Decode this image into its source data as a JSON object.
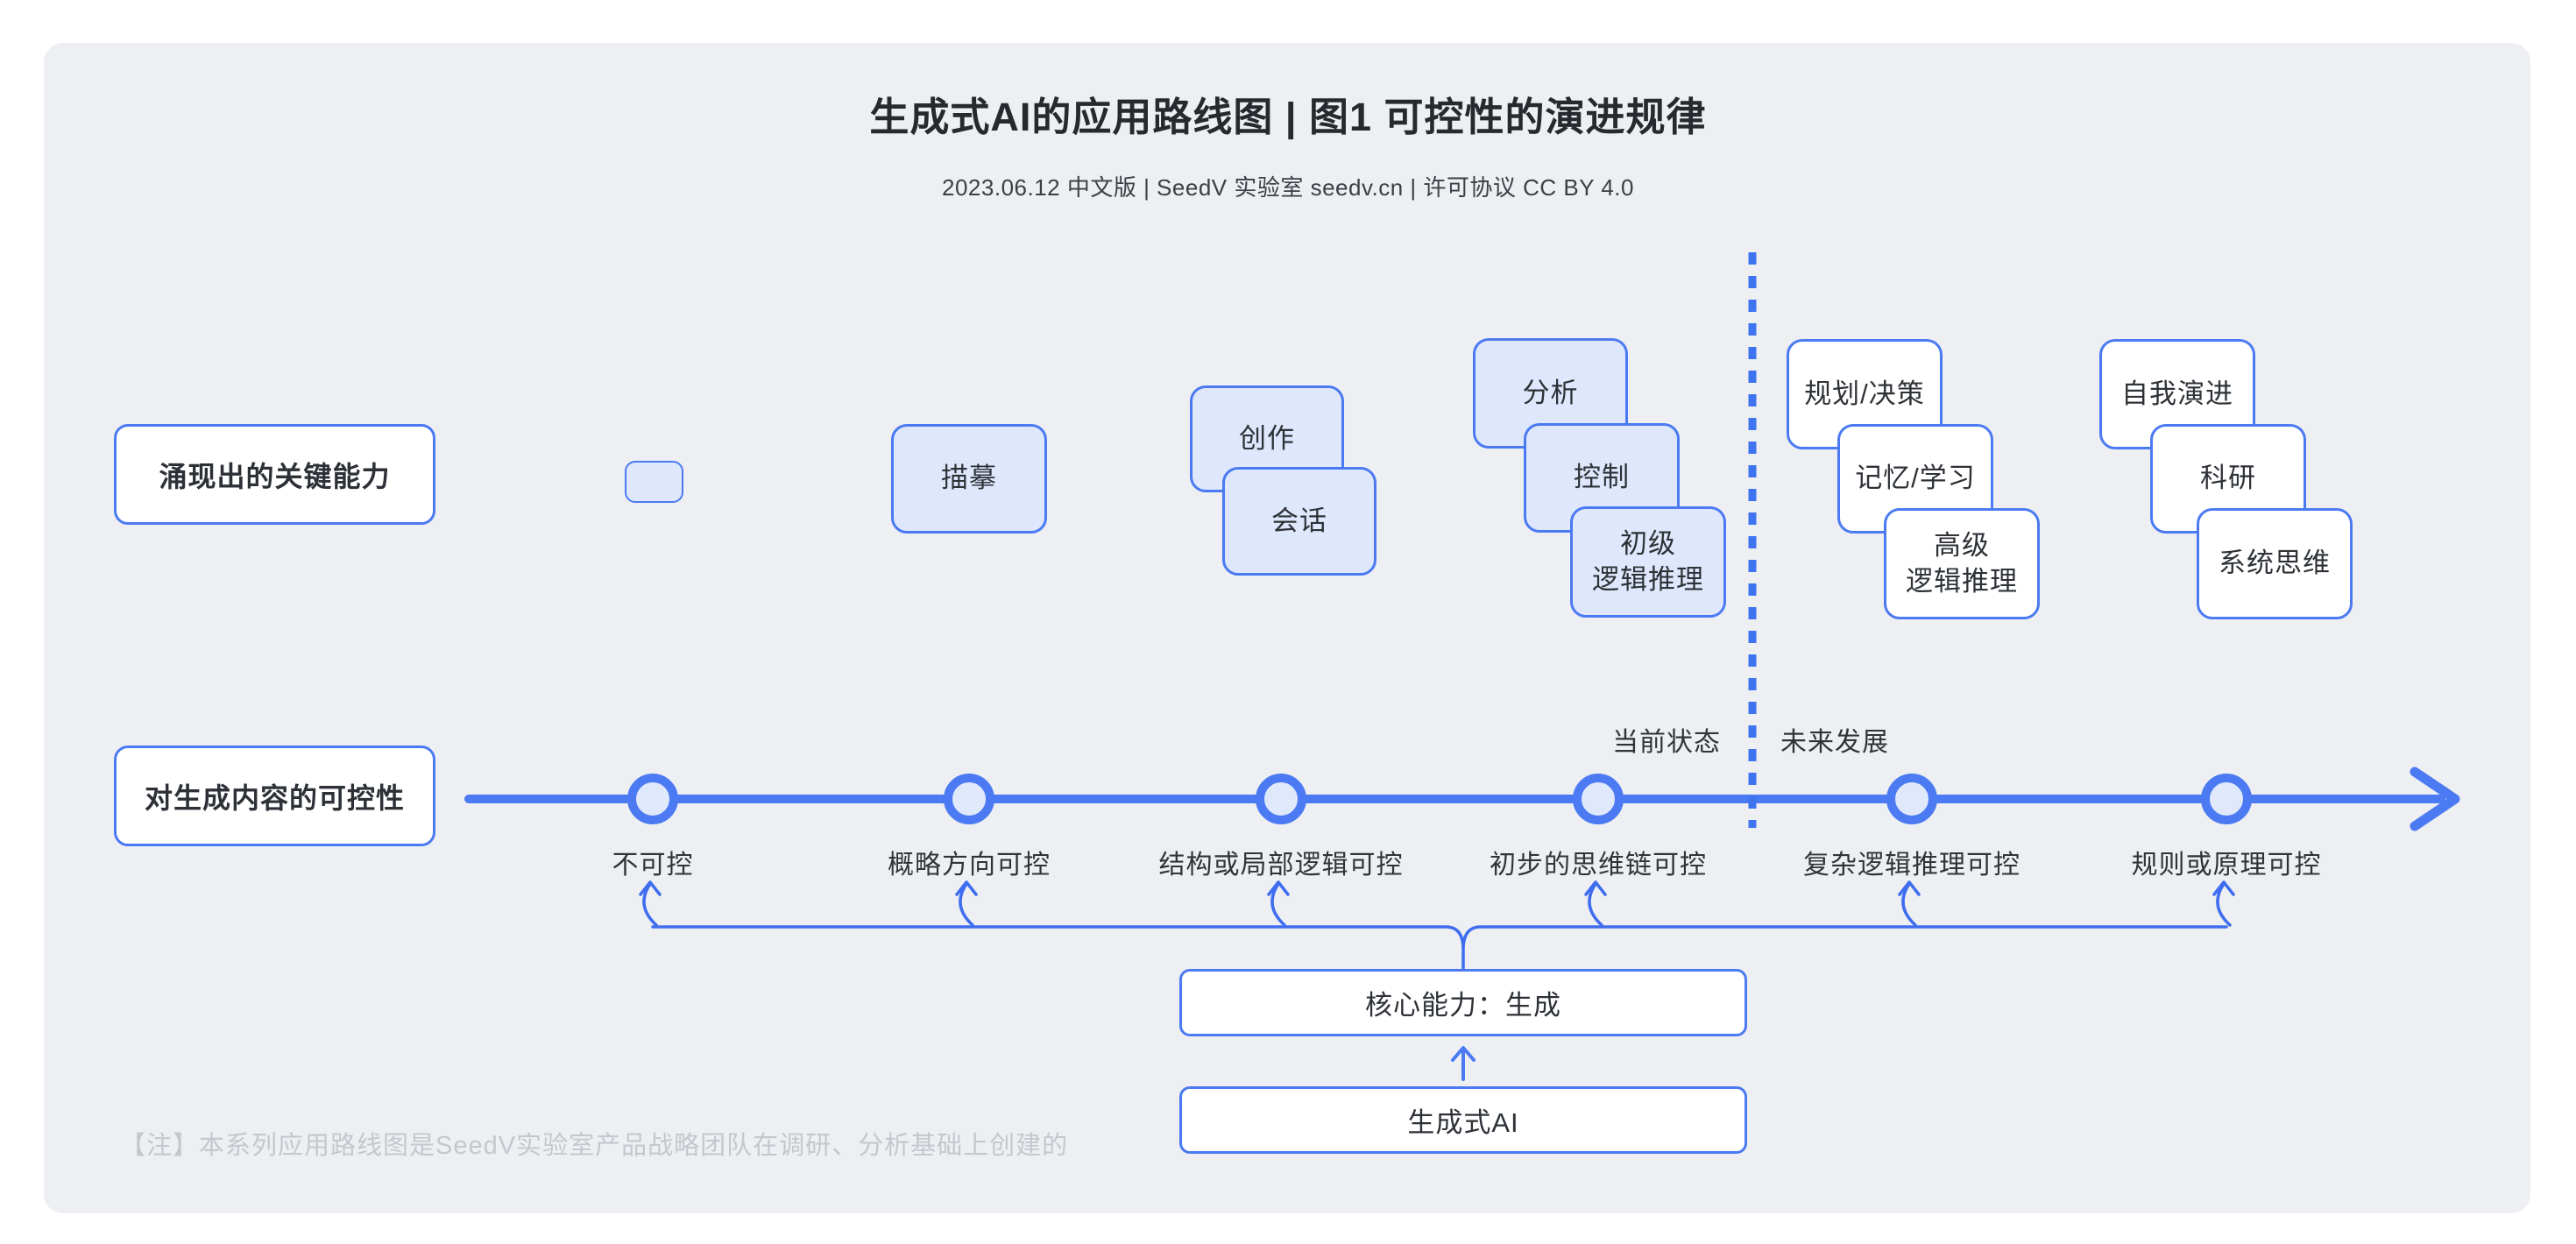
{
  "header": {
    "title": "生成式AI的应用路线图 | 图1 可控性的演进规律",
    "subtitle": "2023.06.12 中文版 | SeedV 实验室 seedv.cn | 许可协议 CC BY 4.0"
  },
  "row_labels": {
    "abilities": "涌现出的关键能力",
    "controllability": "对生成内容的可控性"
  },
  "ability_boxes": [
    {
      "id": "empty",
      "label": ""
    },
    {
      "id": "miaomo",
      "label": "描摹"
    },
    {
      "id": "chuangzuo",
      "label": "创作"
    },
    {
      "id": "huihua",
      "label": "会话"
    },
    {
      "id": "fenxi",
      "label": "分析"
    },
    {
      "id": "kongzhi",
      "label": "控制"
    },
    {
      "id": "chuji",
      "label": "初级\n逻辑推理"
    },
    {
      "id": "guihua",
      "label": "规划/决策"
    },
    {
      "id": "jiyi",
      "label": "记忆/学习"
    },
    {
      "id": "gaoji",
      "label": "高级\n逻辑推理"
    },
    {
      "id": "ziwo",
      "label": "自我演进"
    },
    {
      "id": "keyan",
      "label": "科研"
    },
    {
      "id": "xitong",
      "label": "系统思维"
    }
  ],
  "timeline": {
    "milestones": [
      "不可控",
      "概略方向可控",
      "结构或局部逻辑可控",
      "初步的思维链可控",
      "复杂逻辑推理可控",
      "规则或原理可控"
    ],
    "current_status_label": "当前状态",
    "future_label": "未来发展"
  },
  "core": {
    "capability_label": "核心能力：生成",
    "tech_label": "生成式AI"
  },
  "footnote": "【注】本系列应用路线图是SeedV实验室产品战略团队在调研、分析基础上创建的",
  "colors": {
    "accent_blue": "#4b7af2",
    "connector_blue": "#3f6df0",
    "tinted_box_fill": "#dee7fb",
    "node_inner_fill": "#e0e8fc",
    "card_background": "#edeff2",
    "dark_text": "#2e3237",
    "footnote_gray": "#c4c7cd"
  }
}
